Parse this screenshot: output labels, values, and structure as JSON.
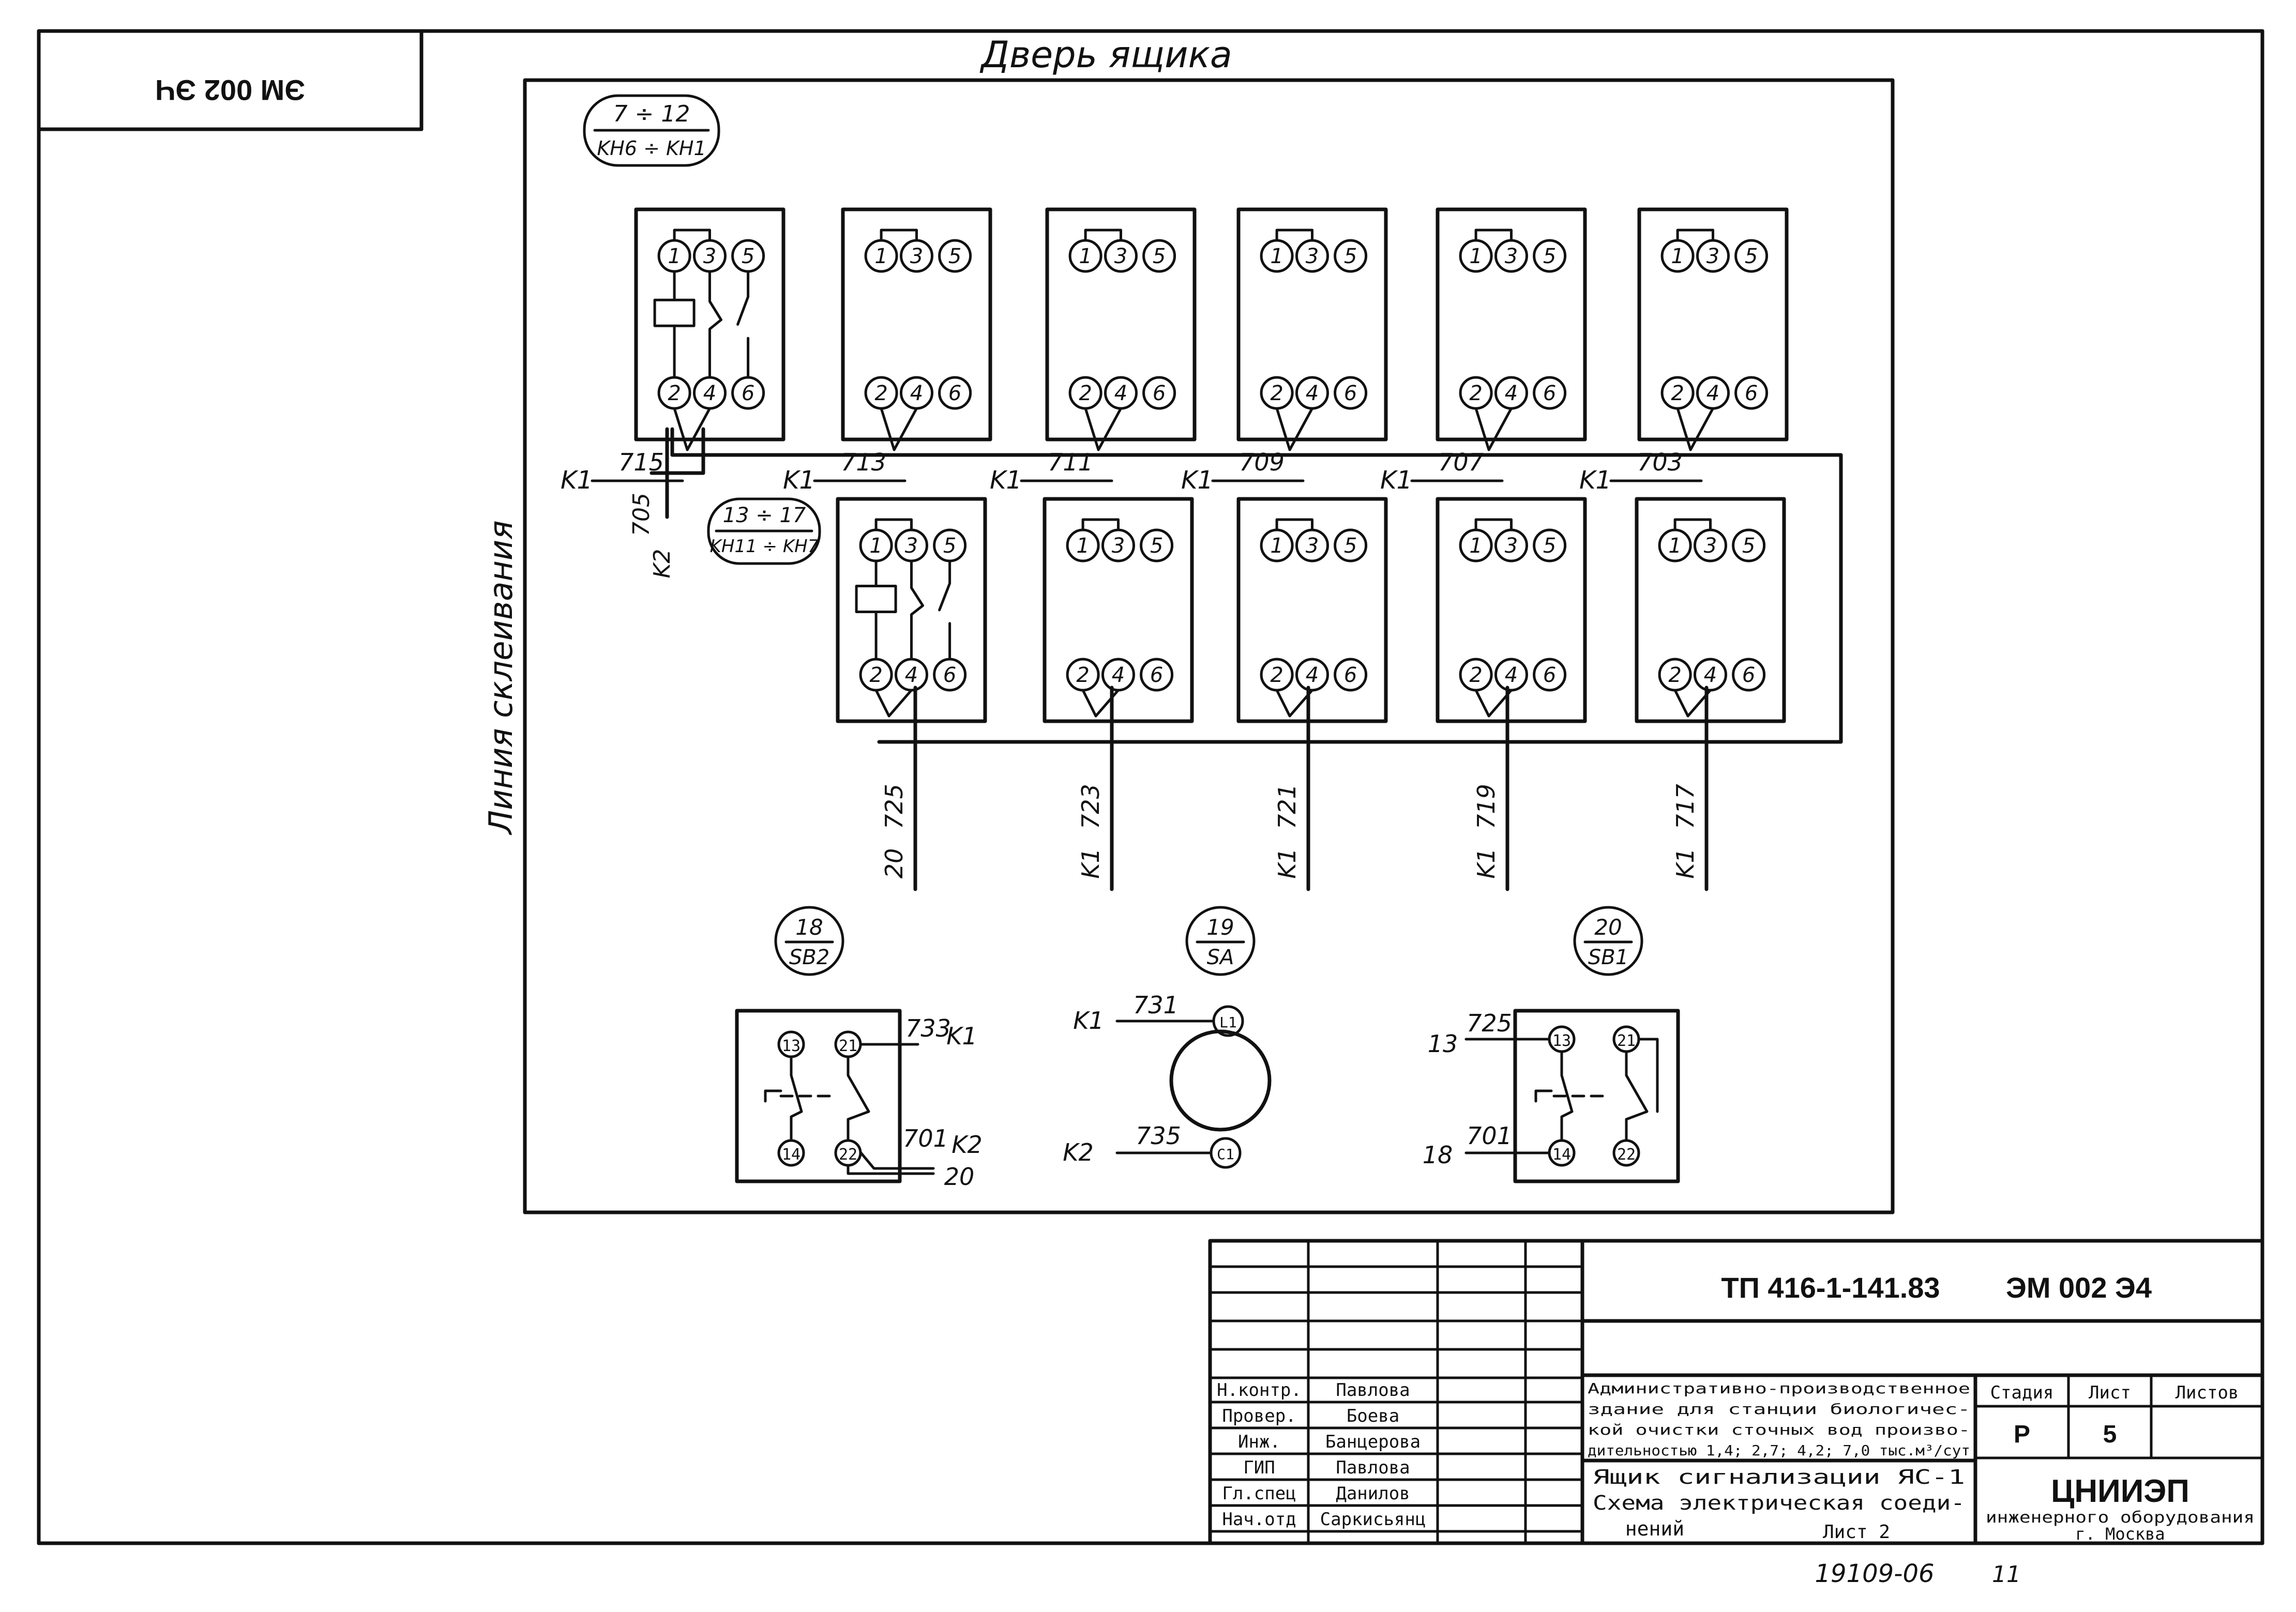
{
  "corner_code": "ЭМ 002 ЭЧ",
  "door_title": "Дверь ящика",
  "glue_line": "Линия склеивания",
  "group_labels": [
    {
      "top": "7 ÷ 12",
      "bottom": "KH6 ÷ KH1"
    },
    {
      "top": "13 ÷ 17",
      "bottom": "KH11 ÷ KH7"
    }
  ],
  "relay_terminals": {
    "t1": "1",
    "t3": "3",
    "t5": "5",
    "t2": "2",
    "t4": "4",
    "t6": "6"
  },
  "top_wires": [
    {
      "prefix": "K1",
      "num": "715"
    },
    {
      "prefix": "K1",
      "num": "713"
    },
    {
      "prefix": "K1",
      "num": "711"
    },
    {
      "prefix": "K1",
      "num": "709"
    },
    {
      "prefix": "K1",
      "num": "707"
    },
    {
      "prefix": "K1",
      "num": "703"
    }
  ],
  "k2_wire": {
    "prefix": "K2",
    "num": "705"
  },
  "bottom_wires": [
    {
      "prefix": "20",
      "num": "725"
    },
    {
      "prefix": "K1",
      "num": "723"
    },
    {
      "prefix": "K1",
      "num": "721"
    },
    {
      "prefix": "K1",
      "num": "719"
    },
    {
      "prefix": "K1",
      "num": "717"
    }
  ],
  "devices": [
    {
      "top": "18",
      "bottom": "SB2"
    },
    {
      "top": "19",
      "bottom": "SA"
    },
    {
      "top": "20",
      "bottom": "SB1"
    }
  ],
  "sb2": {
    "t13": "13",
    "t21": "21",
    "t14": "14",
    "t22": "22",
    "w1_num": "733",
    "w1_pre": "K1",
    "w2_num": "701",
    "w2_pre": "K2",
    "w3_pre": "20"
  },
  "sa": {
    "l1": "L1",
    "c1": "C1",
    "w1_pre": "K1",
    "w1_num": "731",
    "w2_pre": "K2",
    "w2_num": "735"
  },
  "sb1": {
    "t13": "13",
    "t21": "21",
    "t14": "14",
    "t22": "22",
    "w1_pre": "13",
    "w1_num": "725",
    "w2_pre": "18",
    "w2_num": "701"
  },
  "title_block": {
    "doc_number": "ТП 416-1-141.83",
    "sheet_code": "ЭМ 002 Э4",
    "roles": [
      {
        "role": "Н.контр.",
        "name": "Павлова"
      },
      {
        "role": "Провер.",
        "name": "Боева"
      },
      {
        "role": "Инж.",
        "name": "Банцерова"
      },
      {
        "role": "ГИП",
        "name": "Павлова"
      },
      {
        "role": "Гл.спец",
        "name": "Данилов"
      },
      {
        "role": "Нач.отд",
        "name": "Саркисьянц"
      }
    ],
    "project_lines": [
      "Административно-производственное",
      "здание для станции биологичес-",
      "кой очистки сточных вод произво-",
      "дительностью 1,4; 2,7; 4,2; 7,0 тыс.м³/сут"
    ],
    "drawing_lines": [
      "Ящик сигнализации ЯС-1",
      "Схема электрическая соеди-",
      "нений"
    ],
    "sheet_label": "Лист 2",
    "col_stage": "Стадия",
    "col_sheet": "Лист",
    "col_sheets": "Листов",
    "stage": "Р",
    "sheet": "5",
    "org_lines": [
      "ЦНИИЭП",
      "инженерного оборудования",
      "г. Москва"
    ]
  },
  "footer_code": "19109-06",
  "footer_mark": "11"
}
